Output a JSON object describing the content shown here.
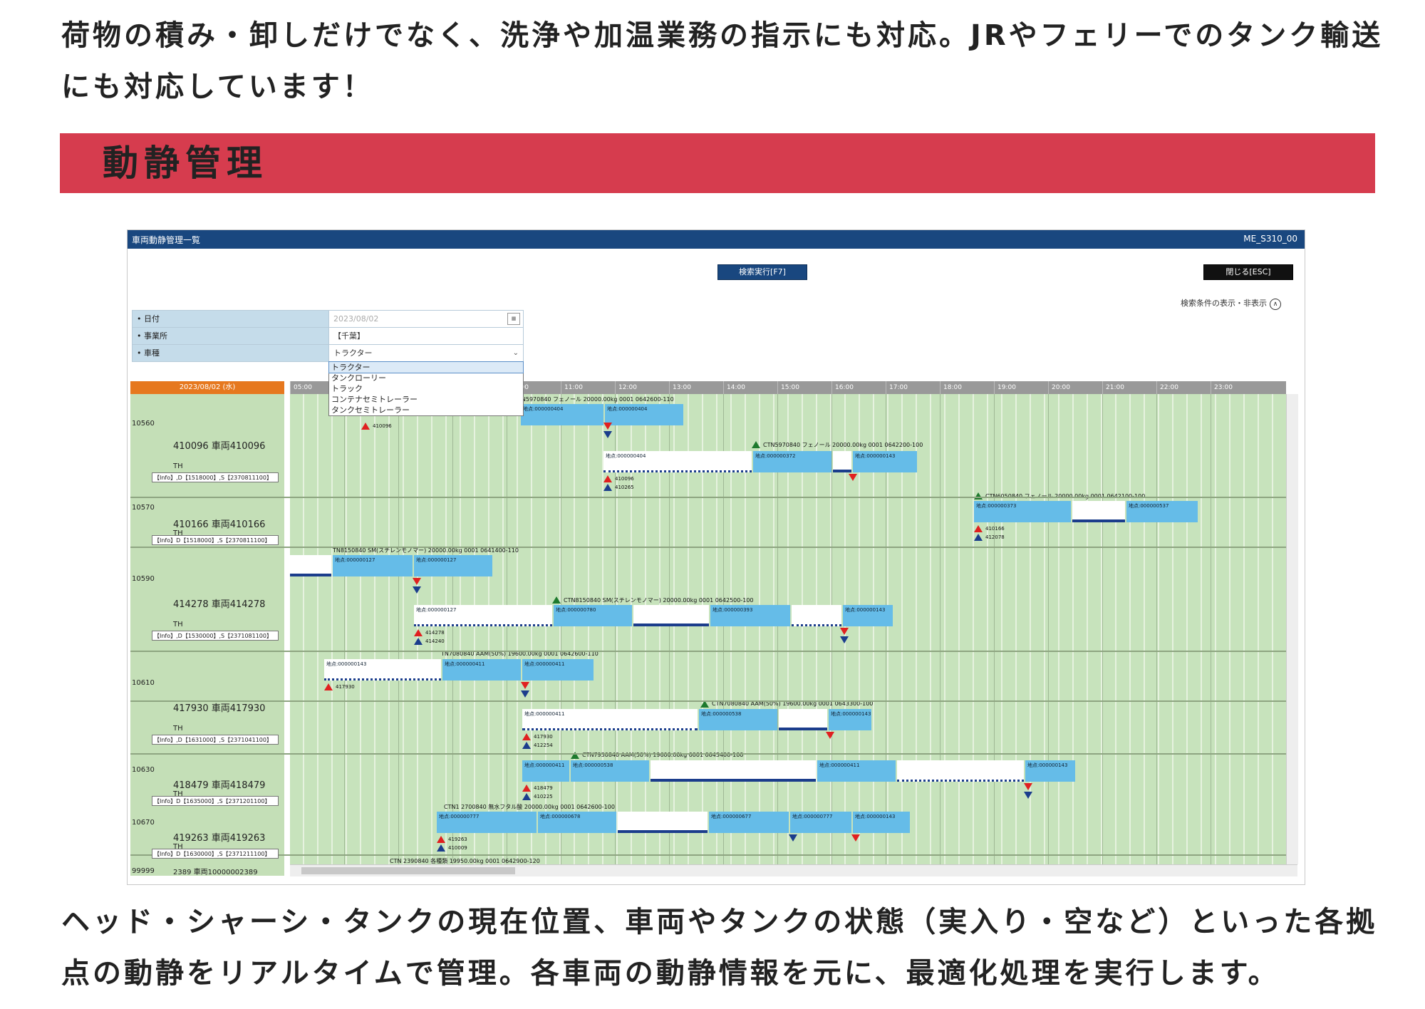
{
  "intro_text": "荷物の積み・卸しだけでなく、洗浄や加温業務の指示にも対応。JRやフェリーでのタンク輸送にも対応しています！",
  "section_title": "動静管理",
  "outro_text": "ヘッド・シャーシ・タンクの現在位置、車両やタンクの状態（実入り・空など）といった各拠点の動静をリアルタイムで管理。各車両の動静情報を元に、最適化処理を実行します。",
  "app": {
    "title": "車両動静管理一覧",
    "screen_code": "ME_S310_00",
    "search_button": "検索実行[F7]",
    "close_button": "閉じる[ESC]",
    "toggle_conditions": "検索条件の表示・非表示",
    "form": {
      "date_label": "• 日付",
      "date_value": "2023/08/02",
      "office_label": "• 事業所",
      "office_value": "【千葉】",
      "vehicle_type_label": "• 車種",
      "vehicle_type_value": "トラクター"
    },
    "dropdown_options": [
      "トラクター",
      "タンクローリー",
      "トラック",
      "コンテナセミトレーラー",
      "タンクセミトレーラー"
    ],
    "date_header": "2023/08/02 (水)",
    "time_ticks": [
      "05:00",
      "",
      "",
      "",
      "10:00",
      "11:00",
      "12:00",
      "13:00",
      "14:00",
      "15:00",
      "16:00",
      "17:00",
      "18:00",
      "19:00",
      "20:00",
      "21:00",
      "22:00",
      "23:00"
    ],
    "rows": [
      {
        "id": "10560",
        "name": "410096 車両410096",
        "sub": "TH",
        "info": "【Info】,D【1518000】,S【2370811100】"
      },
      {
        "id": "10570",
        "name": "410166 車両410166",
        "sub": "TH",
        "info": "【Info】D【1518000】,S【2370811100】"
      },
      {
        "id": "10590",
        "name": "414278 車両414278",
        "sub": "TH",
        "info": "【Info】,D【1530000】,S【2371081100】"
      },
      {
        "id": "10610",
        "name": "417930 車両417930",
        "sub": "TH",
        "info": "【Info】,D【1631000】,S【2371041100】"
      },
      {
        "id": "10630",
        "name": "418479 車両418479",
        "sub": "TH",
        "info": "【Info】D【1635000】,S【2371201100】"
      },
      {
        "id": "10670",
        "name": "419263 車両419263",
        "sub": "TH",
        "info": "【Info】D【1630000】,S【2371211100】"
      },
      {
        "id": "99999",
        "name": "2389 車両10000002389",
        "sub": "",
        "info": ""
      }
    ],
    "annotations": {
      "a1": "TN5970840 フェノール 20000.00kg 0001 0642600-110",
      "a2": "CTN5970840 フェノール 20000.00kg 0001 0642200-100",
      "a3": "CTN6050840 フェノール 20000.00kg 0001 0642100-100",
      "a4": "TN8150840 SM(スチレンモノマー) 20000.00kg 0001 0641400-110",
      "a5": "CTN8150840 SM(スチレンモノマー) 20000.00kg 0001 0642500-100",
      "a6": "TN7080840 AAM(50%) 19600.00kg 0001 0642600-110",
      "a7": "CTN7080840 AAM(50%) 19600.00kg 0001 0643300-100",
      "a8": "CTN7930840 AAM(50%) 19600.00kg 0001 0643400-100",
      "a9": "CTN1 2700840 無水フタル酸 20000.00kg 0001 0642600-100",
      "a10": "CTN 2390840 各種類 19950.00kg 0001 0642900-120"
    },
    "bar_texts": {
      "b1": "地点:000000404",
      "b2": "地点:000000372",
      "b3": "地点:000000143",
      "b4": "地点:000000373",
      "b5": "地点:000000537",
      "b6": "地点:000000127",
      "b7": "地点:000000780",
      "b8": "地点:000000393",
      "b9": "地点:000000411",
      "b10": "地点:000000538",
      "b11": "地点:000000777",
      "b12": "地点:000000678",
      "b13": "地点:000000677"
    },
    "marker_labels": {
      "m1": "410096",
      "m2": "410096",
      "m3": "410166",
      "m4": "414278",
      "m5": "414240",
      "m6": "417930",
      "m7": "412254",
      "m8": "418479",
      "m9": "410225",
      "m10": "419263",
      "m11": "410009",
      "m12": "410265",
      "m13": "412078"
    }
  }
}
